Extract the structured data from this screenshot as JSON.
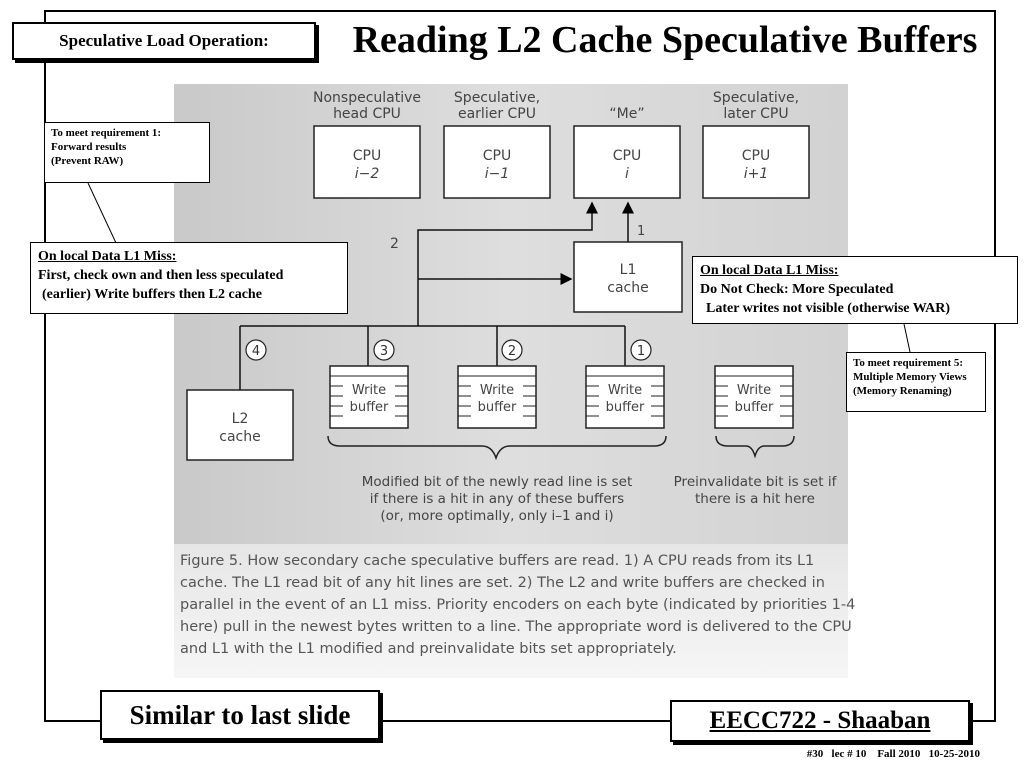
{
  "header": {
    "tag": "Speculative Load Operation:",
    "title": "Reading L2 Cache Speculative Buffers"
  },
  "diagram": {
    "cpus": [
      {
        "heading": [
          "Nonspeculative",
          "head CPU"
        ],
        "label": "CPU",
        "index": "i−2"
      },
      {
        "heading": [
          "Speculative,",
          "earlier CPU"
        ],
        "label": "CPU",
        "index": "i−1"
      },
      {
        "heading": [
          "“Me”"
        ],
        "label": "CPU",
        "index": "i"
      },
      {
        "heading": [
          "Speculative,",
          "later CPU"
        ],
        "label": "CPU",
        "index": "i+1"
      }
    ],
    "l1_cache": [
      "L1",
      "cache"
    ],
    "l2_cache": [
      "L2",
      "cache"
    ],
    "write_buffer_label": [
      "Write",
      "buffer"
    ],
    "path_labels": {
      "l1_to_cpu": "1",
      "l2_path": "2"
    },
    "priorities": [
      "4",
      "3",
      "2",
      "1"
    ],
    "modified_note": [
      "Modified bit of the newly read line is set",
      "if there is a hit in any of these buffers",
      "(or, more optimally, only i–1 and i)"
    ],
    "preinvalidate_note": [
      "Preinvalidate bit is set if",
      "there is a hit here"
    ]
  },
  "caption": {
    "lines": [
      "Figure 5. How secondary cache speculative buffers are read. 1) A CPU reads from its L1",
      "cache. The L1 read bit of any hit lines are set. 2) The L2 and write buffers are checked in",
      "parallel in the event of an L1 miss. Priority encoders on each byte (indicated by priorities 1-4",
      "here) pull in the newest bytes written to a line. The appropriate word is delivered to the CPU",
      "and L1 with the L1 modified and preinvalidate bits set appropriately."
    ]
  },
  "notes": {
    "req1": [
      "To meet requirement 1:",
      "Forward results",
      "(Prevent RAW)"
    ],
    "miss_left": {
      "heading": "On local Data L1 Miss:",
      "lines": [
        "First, check own and then less speculated",
        "(earlier) Write buffers then L2 cache"
      ]
    },
    "miss_right": {
      "heading": "On local Data L1 Miss:",
      "lines": [
        "Do Not Check: More Speculated",
        "Later writes not visible (otherwise WAR)"
      ]
    },
    "req5": [
      "To meet requirement 5:",
      "Multiple Memory Views",
      "(Memory Renaming)"
    ]
  },
  "footer": {
    "left_box": "Similar to last slide",
    "right_box": "EECC722 - Shaaban",
    "slide_info": "#30   lec # 10    Fall 2010   10-25-2010"
  }
}
